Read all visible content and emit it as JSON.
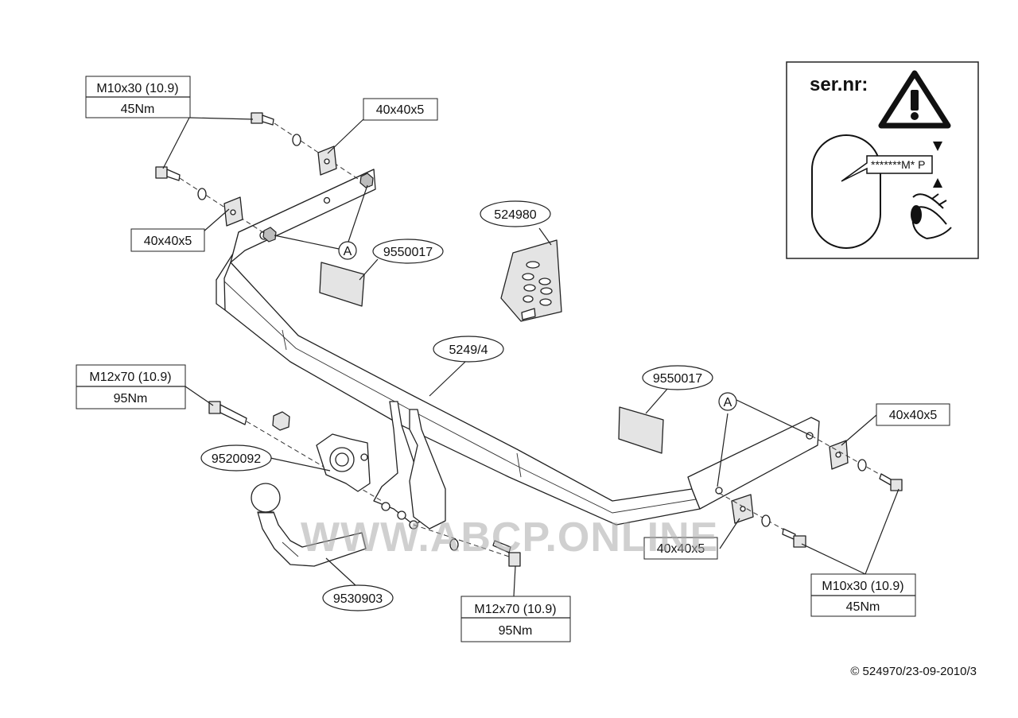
{
  "labels": {
    "bolt_m10_top": [
      "M10x30 (10.9)",
      "45Nm"
    ],
    "bolt_m10_right": [
      "M10x30 (10.9)",
      "45Nm"
    ],
    "bolt_m12_left": [
      "M12x70 (10.9)",
      "95Nm"
    ],
    "bolt_m12_bottom": [
      "M12x70 (10.9)",
      "95Nm"
    ],
    "plate_top": "40x40x5",
    "plate_left": "40x40x5",
    "plate_right": "40x40x5",
    "plate_bottom": "40x40x5",
    "block_top": "9550017",
    "block_right": "9550017",
    "kit": "524980",
    "crossbar": "5249/4",
    "socket_plate": "9520092",
    "ball": "9530903",
    "point_a": "A"
  },
  "serial_panel": {
    "title": "ser.nr:",
    "code": "*******M* P"
  },
  "watermark": "WWW.ABCP.ONLINE",
  "copyright": "© 524970/23-09-2010/3"
}
